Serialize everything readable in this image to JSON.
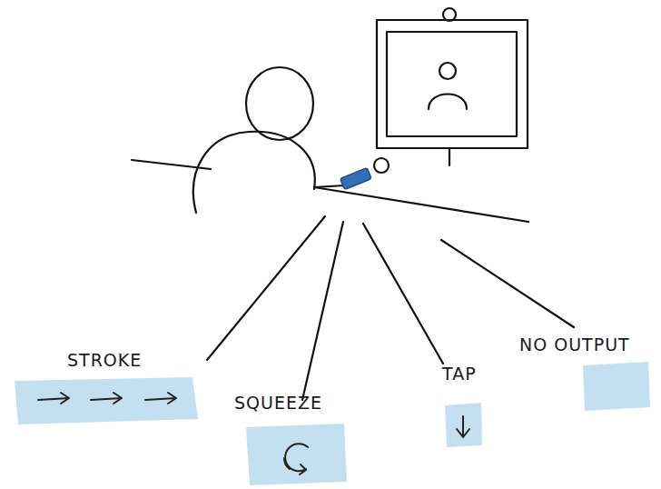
{
  "diagram": {
    "nodes": [
      {
        "text": [
          "STROKE"
        ]
      },
      {
        "text": [
          "SQUEEZE"
        ]
      },
      {
        "text": [
          "TAP"
        ]
      },
      {
        "text": [
          "NO OUTPUT"
        ]
      }
    ]
  }
}
